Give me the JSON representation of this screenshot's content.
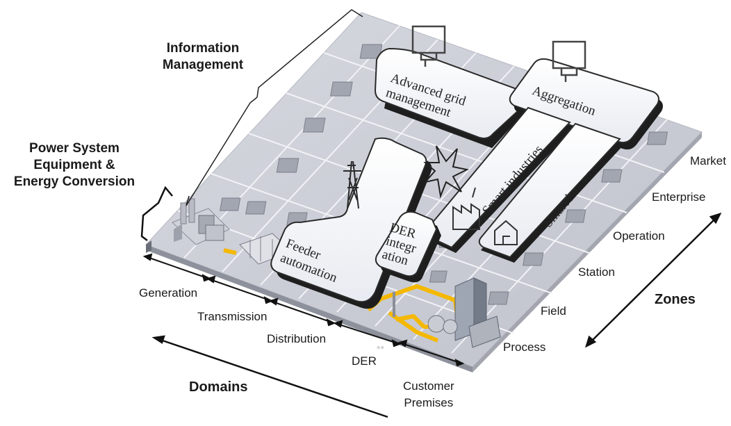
{
  "title_labels": {
    "info_management": [
      "Information",
      "Management"
    ],
    "power_system": [
      "Power System",
      "Equipment &",
      "Energy Conversion"
    ]
  },
  "domains": {
    "axis_label": "Domains",
    "items": [
      "Generation",
      "Transmission",
      "Distribution",
      "DER",
      "Customer",
      "Premises"
    ]
  },
  "zones": {
    "axis_label": "Zones",
    "items": [
      "Market",
      "Enterprise",
      "Operation",
      "Station",
      "Field",
      "Process"
    ]
  },
  "functions": {
    "advanced_grid": [
      "Advanced grid",
      "management"
    ],
    "aggregation": "Aggregation",
    "smart_industries": "Smart industries",
    "smart_homes": "Smart homes",
    "feeder": [
      "Feeder",
      "automation"
    ],
    "der_integration": [
      "DER",
      "integr",
      "ation"
    ]
  },
  "footnote_mark": "**",
  "colors": {
    "grid_plane": "#c9ccd6",
    "grid_line": "#f4f5f8",
    "node_box": "#9fa3ad",
    "card_fill": "#f8f9fb",
    "card_edge": "#1e1e1e",
    "highlight": "#f5b800"
  }
}
